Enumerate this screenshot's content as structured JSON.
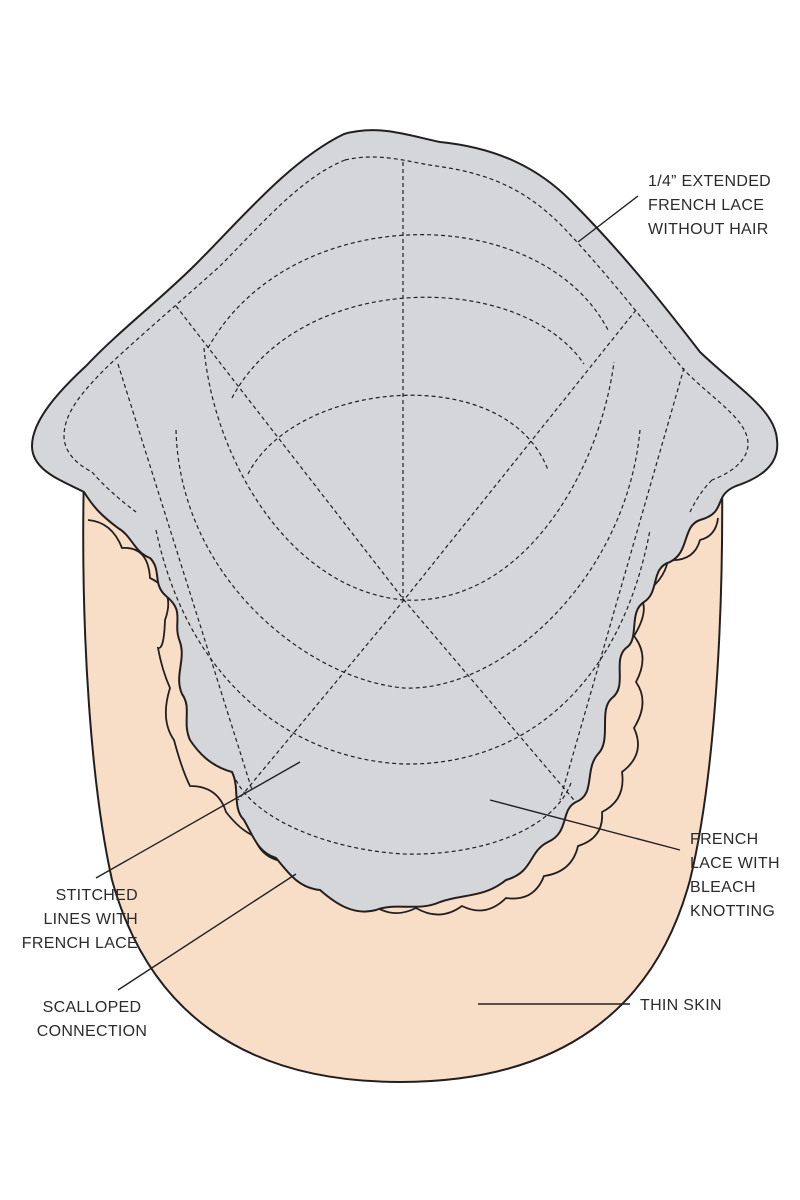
{
  "colors": {
    "skin_fill": "#f9dec7",
    "lace_fill": "#d4d6da",
    "outline": "#231f20"
  },
  "callouts": {
    "extended_lace": [
      "1/4” EXTENDED",
      "FRENCH LACE",
      "WITHOUT HAIR"
    ],
    "french_lace": [
      "FRENCH",
      "LACE WITH",
      "BLEACH",
      "KNOTTING"
    ],
    "stitched": [
      "STITCHED",
      "LINES WITH",
      "FRENCH LACE"
    ],
    "scalloped": [
      "SCALLOPED",
      "CONNECTION"
    ],
    "thin_skin": [
      "THIN SKIN"
    ]
  }
}
